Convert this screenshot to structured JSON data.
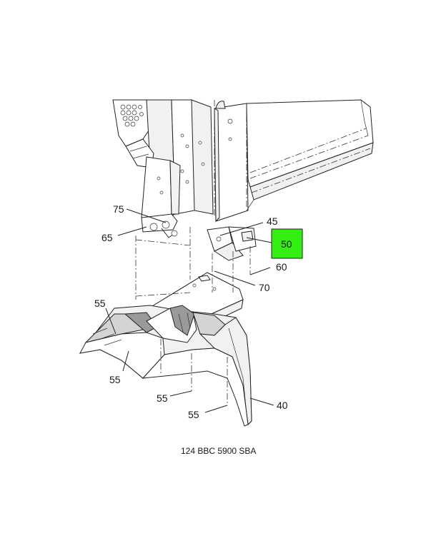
{
  "diagram": {
    "caption": "124 BBC 5900 SBA",
    "highlight_color": "#33ee11",
    "callouts": {
      "c75": "75",
      "c65": "65",
      "c45": "45",
      "c50": "50",
      "c60": "60",
      "c70": "70",
      "c55a": "55",
      "c55b": "55",
      "c55c": "55",
      "c55d": "55",
      "c40": "40"
    }
  }
}
